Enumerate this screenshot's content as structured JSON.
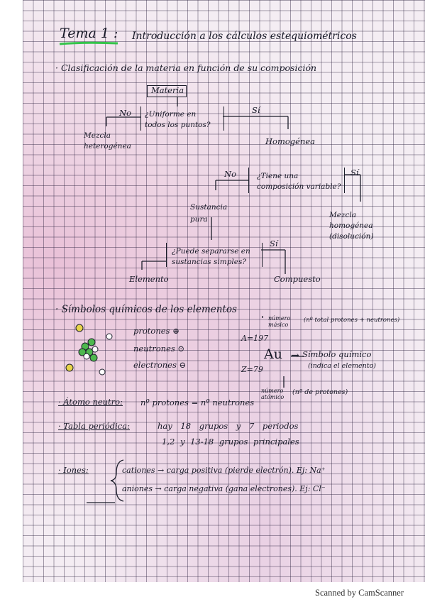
{
  "title": {
    "tema": "Tema 1",
    "colon": ":",
    "rest": "Introducción a los cálculos estequiométricos"
  },
  "section1": {
    "heading": "· Clasificación de la materia en función de su composición"
  },
  "diagram": {
    "materia": "Materia",
    "q1": "¿Uniforme en todos los puntos?",
    "no1": "No",
    "si1": "Sí",
    "mezcla_het": "Mezcla heterogénea",
    "homogenea": "Homogénea",
    "no2": "No",
    "q2": "¿Tiene una composición variable?",
    "si2": "Sí",
    "sustancia_pura": "Sustancia pura",
    "mezcla_hom": "Mezcla homogénea (disolución)",
    "q3": "¿Puede separarse en sustancias simples?",
    "si3": "Sí",
    "elemento": "Elemento",
    "compuesto": "Compuesto"
  },
  "section2": {
    "heading": "· Símbolos químicos de los elementos",
    "protones": "protones ⊕",
    "neutrones": "neutrones ⊙",
    "electrones": "electrones ⊖",
    "numero_masico": "número másico",
    "masico_note": "(nº total protones + neutrones)",
    "a_value": "A=197",
    "symbol": "Au",
    "arrow": "→",
    "simbolo_quimico": "Símbolo químico",
    "indica": "(indica el elemento)",
    "z_value": "Z=79",
    "numero_atomico": "número atómico",
    "atomico_note": "(nº de protones)"
  },
  "atomo_neutro": {
    "label": "· Átomo neutro:",
    "text": "nº protones = nº neutrones"
  },
  "tabla": {
    "label": "· Tabla periódica:",
    "line1": "hay 18 grupos y 7 periodos",
    "line2": "1,2 y 13-18 grupos principales"
  },
  "iones": {
    "label": "· Iones:",
    "cationes": "cationes → carga positiva (pierde electrón). Ej: Na⁺",
    "aniones": "aniones → carga negativa (gana electrones). Ej: Cl⁻"
  },
  "footer": "Scanned by CamScanner"
}
